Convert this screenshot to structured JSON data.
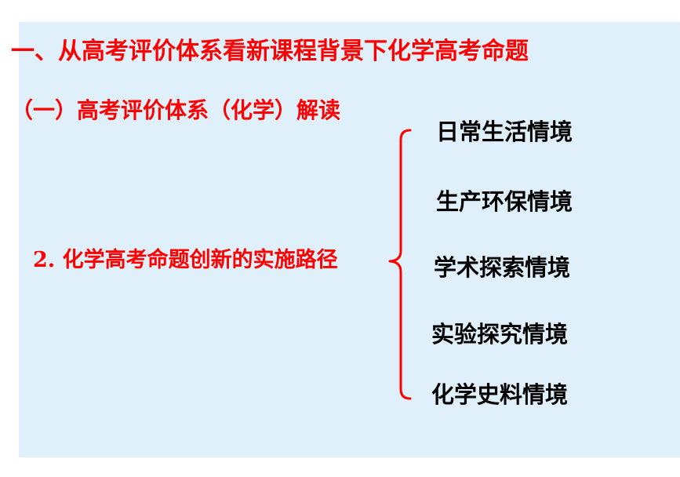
{
  "title": "一、从高考评价体系看新课程背景下化学高考命题",
  "subtitle": "（一）高考评价体系（化学）解读",
  "path_label": "2. 化学高考命题创新的实施路径",
  "items": [
    "日常生活情境",
    "生产环保情境",
    "学术探索情境",
    "实验探究情境",
    "化学史料情境"
  ],
  "colors": {
    "accent": "#ff0000",
    "panel": "#dff0fa",
    "text": "#000000"
  }
}
